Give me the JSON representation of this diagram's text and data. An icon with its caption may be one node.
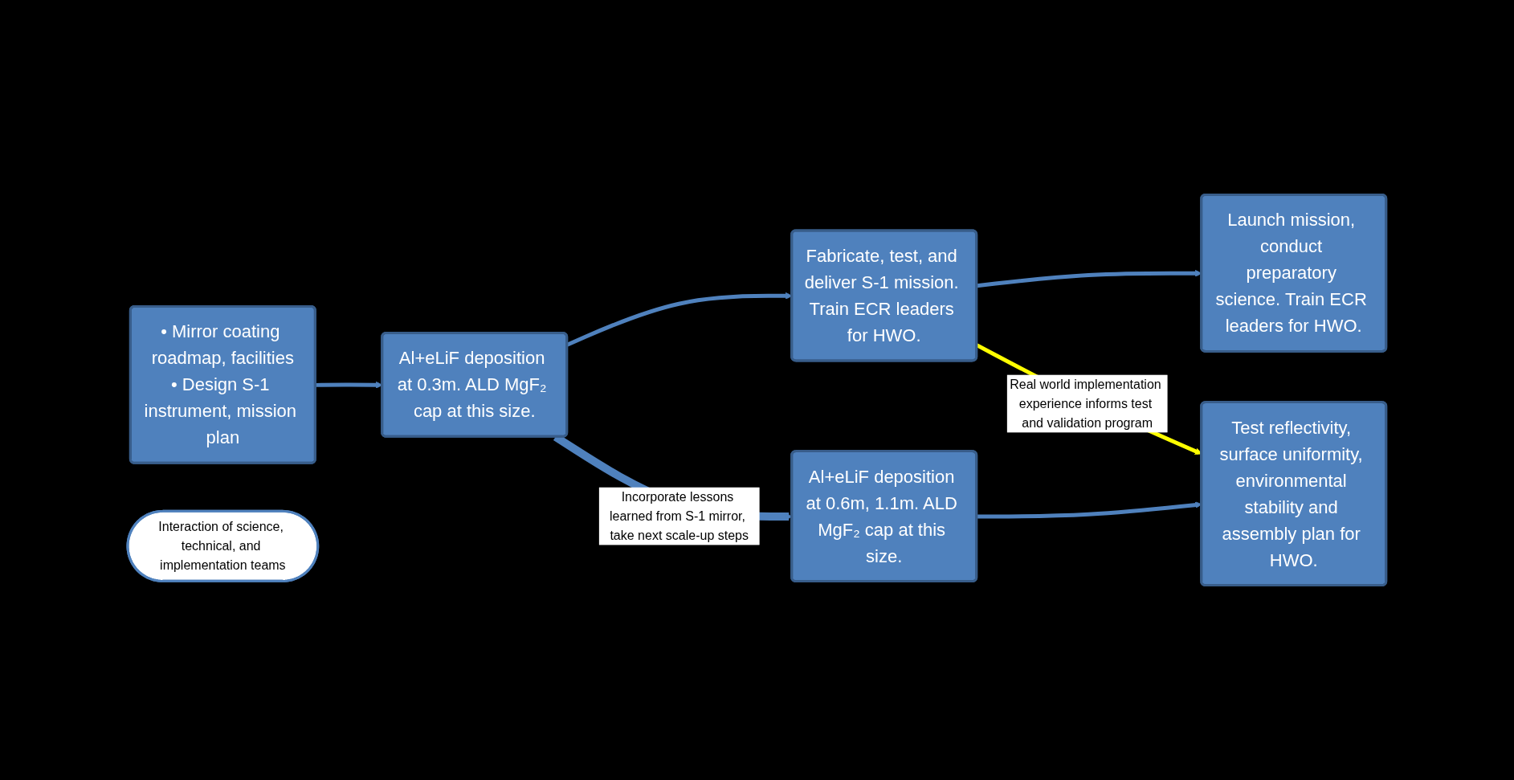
{
  "diagram": {
    "nodes": [
      {
        "text": [
          "• Mirror coating roadmap, facilities",
          "• Design S-1 instrument, mission plan"
        ]
      },
      {
        "text": [
          "Al+eLiF deposition at 0.3m. ALD MgF₂ cap at this size."
        ]
      },
      {
        "text": [
          "Fabricate, test, and deliver S-1 mission. Train ECR leaders for HWO."
        ]
      },
      {
        "text": [
          "Launch mission, conduct preparatory science. Train ECR leaders for HWO."
        ]
      },
      {
        "text": [
          "Interaction of science, technical, and implementation teams"
        ]
      },
      {
        "text": [
          "Al+eLiF deposition at 0.6m, 1.1m. ALD MgF₂ cap at this size."
        ]
      },
      {
        "text": [
          "Test reflectivity, surface uniformity, environmental stability and assembly plan for HWO."
        ]
      }
    ],
    "edges": [
      {
        "from": 0,
        "to": 1,
        "arrow": "to"
      },
      {
        "from": 1,
        "to": 2,
        "arrow": "to"
      },
      {
        "from": 2,
        "to": 3,
        "arrow": "to"
      },
      {
        "from": 1,
        "to": 5,
        "arrow": "to",
        "label": "Incorporate lessons learned from S-1 mirror, take next scale-up steps",
        "style": "thick"
      },
      {
        "from": 5,
        "to": 6,
        "arrow": "to"
      },
      {
        "from": 2,
        "to": 6,
        "arrow": "to",
        "label": "Real world implementation experience informs test and validation program",
        "color": "#ffff00"
      }
    ]
  }
}
